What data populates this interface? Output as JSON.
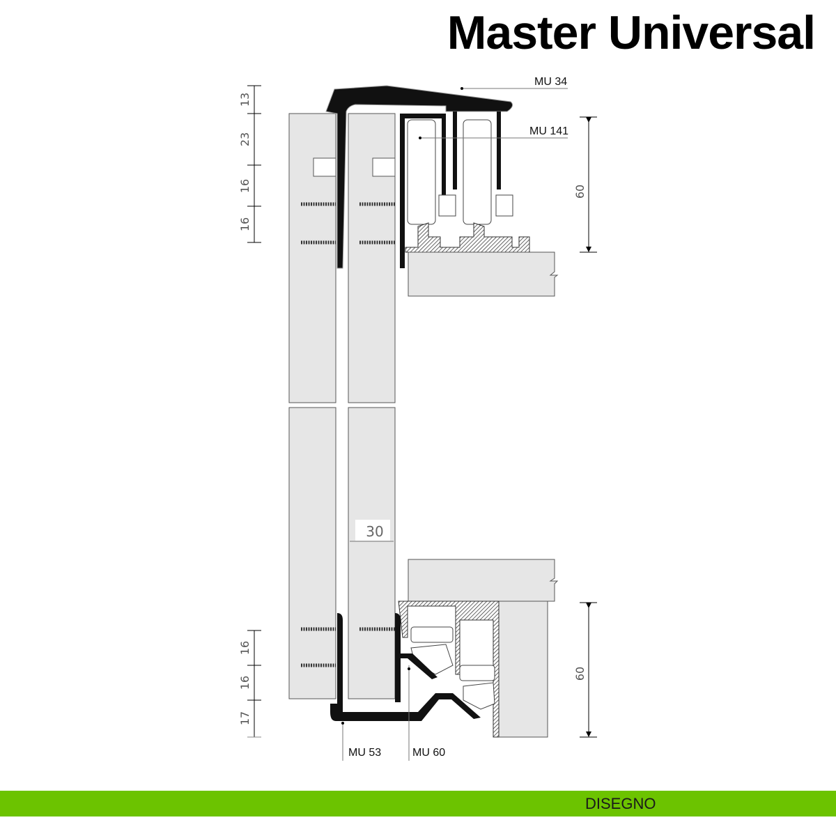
{
  "title": "Master Universal",
  "footer": {
    "label": "DISEGNO",
    "color": "#6cc300"
  },
  "parts": {
    "top_cap": "MU 34",
    "trolley": "MU 141",
    "bottom_profile": "MU 53",
    "bottom_guide": "MU 60"
  },
  "dimensions": {
    "left_top": [
      "13",
      "23",
      "16",
      "16"
    ],
    "left_bottom": [
      "16",
      "16",
      "17"
    ],
    "right_top": "60",
    "right_bottom": "60",
    "panel_thickness": "30"
  }
}
